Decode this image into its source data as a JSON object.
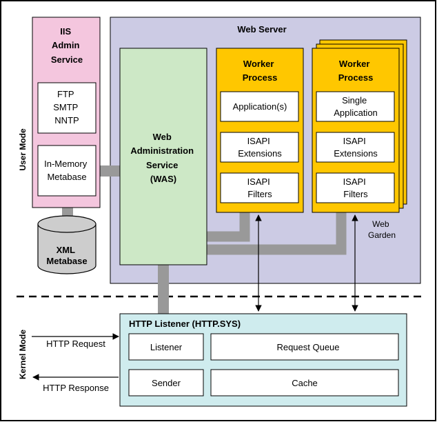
{
  "modes": {
    "user": "User Mode",
    "kernel": "Kernel Mode"
  },
  "iis_admin": {
    "title_lines": [
      "IIS",
      "Admin",
      "Service"
    ],
    "protocols": [
      "FTP",
      "SMTP",
      "NNTP"
    ],
    "metabase_lines": [
      "In-Memory",
      "Metabase"
    ]
  },
  "xml_metabase": {
    "lines": [
      "XML",
      "Metabase"
    ]
  },
  "web_server": {
    "title": "Web Server",
    "was_lines": [
      "Web",
      "Administration",
      "Service",
      "(WAS)"
    ],
    "worker1": {
      "title_lines": [
        "Worker",
        "Process"
      ],
      "app": "Application(s)",
      "isapi_ext_lines": [
        "ISAPI",
        "Extensions"
      ],
      "isapi_filt_lines": [
        "ISAPI",
        "Filters"
      ]
    },
    "worker2": {
      "title_lines": [
        "Worker",
        "Process"
      ],
      "app_lines": [
        "Single",
        "Application"
      ],
      "isapi_ext_lines": [
        "ISAPI",
        "Extensions"
      ],
      "isapi_filt_lines": [
        "ISAPI",
        "Filters"
      ]
    },
    "garden_lines": [
      "Web",
      "Garden"
    ]
  },
  "http_sys": {
    "title": "HTTP Listener (HTTP.SYS)",
    "listener": "Listener",
    "queue": "Request Queue",
    "sender": "Sender",
    "cache": "Cache"
  },
  "flows": {
    "request": "HTTP Request",
    "response": "HTTP Response"
  },
  "colors": {
    "outer_border": "#000000",
    "iis_fill": "#f4c6de",
    "web_server_fill": "#cccbe4",
    "was_fill": "#cde8c6",
    "worker_fill": "#ffc700",
    "http_fill": "#cfecee",
    "cylinder_fill": "#cdcdcd",
    "connector": "#999999"
  }
}
